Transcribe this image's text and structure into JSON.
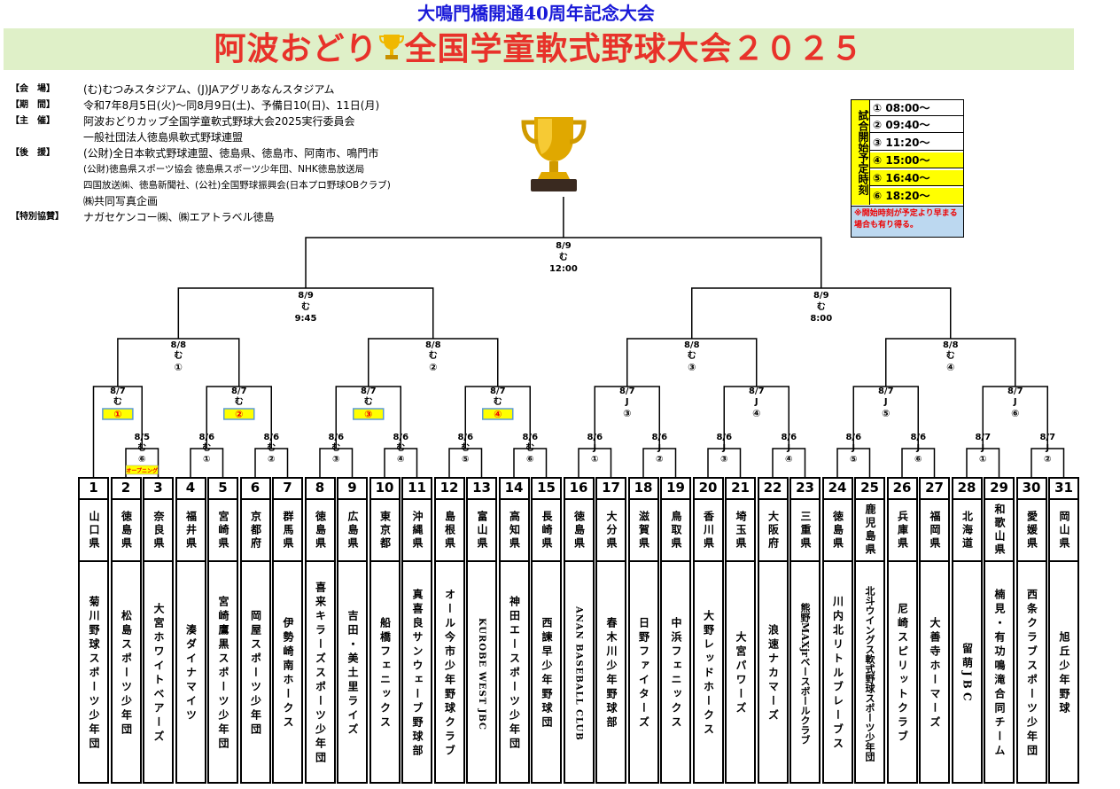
{
  "header": {
    "subtitle": "大鳴門橋開通40周年記念大会",
    "title_left": "阿波おどり",
    "title_right": "全国学童軟式野球大会２０２５"
  },
  "info": [
    {
      "label": "【会　場】",
      "text": "(む)むつみスタジアム、(J)JAアグリあなんスタジアム"
    },
    {
      "label": "【期　間】",
      "text": "令和7年8月5日(火)～同8月9日(土)、予備日10(日)、11日(月)"
    },
    {
      "label": "【主　催】",
      "text": "阿波おどりカップ全国学童軟式野球大会2025実行委員会"
    },
    {
      "label": "",
      "text": "一般社団法人徳島県軟式野球連盟"
    },
    {
      "label": "【後　援】",
      "text": "(公財)全日本軟式野球連盟、徳島県、徳島市、阿南市、鳴門市"
    },
    {
      "label": "",
      "text": "(公財)徳島県スポーツ協会 徳島県スポーツ少年団、NHK徳島放送局"
    },
    {
      "label": "",
      "text": "四国放送㈱、徳島新聞社、(公社)全国野球振興会(日本プロ野球OBクラブ)"
    },
    {
      "label": "",
      "text": "㈱共同写真企画"
    },
    {
      "label": "【特別協賛】",
      "text": "ナガセケンコー㈱、㈱エアトラベル徳島"
    }
  ],
  "schedule": {
    "vertical_label": "試合開始予定時刻",
    "slots": [
      "① 08:00～",
      "② 09:40～",
      "③ 11:20～",
      "④ 15:00～",
      "⑤ 16:40～",
      "⑥ 18:20～"
    ],
    "note": "※開始時刻が予定より早まる場合も有り得る。"
  },
  "final": {
    "date": "8/9",
    "venue": "む",
    "time": "12:00"
  },
  "semis": [
    {
      "date": "8/9",
      "venue": "む",
      "time": "9:45"
    },
    {
      "date": "8/9",
      "venue": "む",
      "time": "8:00"
    }
  ],
  "quarters": [
    {
      "date": "8/8",
      "venue": "む",
      "slot": "①"
    },
    {
      "date": "8/8",
      "venue": "む",
      "slot": "②"
    },
    {
      "date": "8/8",
      "venue": "む",
      "slot": "③"
    },
    {
      "date": "8/8",
      "venue": "む",
      "slot": "④"
    }
  ],
  "round16": [
    {
      "date": "8/7",
      "venue": "む",
      "slot": "①",
      "highlight": true
    },
    {
      "date": "8/7",
      "venue": "む",
      "slot": "②",
      "highlight": true
    },
    {
      "date": "8/7",
      "venue": "む",
      "slot": "③",
      "highlight": true
    },
    {
      "date": "8/7",
      "venue": "む",
      "slot": "④",
      "highlight": true
    },
    {
      "date": "8/7",
      "venue": "J",
      "slot": "③",
      "highlight": false
    },
    {
      "date": "8/7",
      "venue": "J",
      "slot": "④",
      "highlight": false
    },
    {
      "date": "8/7",
      "venue": "J",
      "slot": "⑤",
      "highlight": false
    },
    {
      "date": "8/7",
      "venue": "J",
      "slot": "⑥",
      "highlight": false
    }
  ],
  "round32": [
    {
      "date": "8/5",
      "venue": "む",
      "slot": "⑥",
      "tag": "オープニング"
    },
    {
      "date": "8/6",
      "venue": "む",
      "slot": "①"
    },
    {
      "date": "8/6",
      "venue": "む",
      "slot": "②"
    },
    {
      "date": "8/6",
      "venue": "む",
      "slot": "③"
    },
    {
      "date": "8/6",
      "venue": "む",
      "slot": "④"
    },
    {
      "date": "8/6",
      "venue": "む",
      "slot": "⑤"
    },
    {
      "date": "8/6",
      "venue": "む",
      "slot": "⑥"
    },
    {
      "date": "8/6",
      "venue": "J",
      "slot": "①"
    },
    {
      "date": "8/6",
      "venue": "J",
      "slot": "②"
    },
    {
      "date": "8/6",
      "venue": "J",
      "slot": "③"
    },
    {
      "date": "8/6",
      "venue": "J",
      "slot": "④"
    },
    {
      "date": "8/6",
      "venue": "J",
      "slot": "⑤"
    },
    {
      "date": "8/6",
      "venue": "J",
      "slot": "⑥"
    },
    {
      "date": "8/7",
      "venue": "J",
      "slot": "①"
    },
    {
      "date": "8/7",
      "venue": "J",
      "slot": "②"
    }
  ],
  "teams": [
    {
      "num": "1",
      "pref": "山口県",
      "name": "菊川野球スポーツ少年団"
    },
    {
      "num": "2",
      "pref": "徳島県",
      "name": "松島スポーツ少年団"
    },
    {
      "num": "3",
      "pref": "奈良県",
      "name": "大宮ホワイトベアーズ"
    },
    {
      "num": "4",
      "pref": "福井県",
      "name": "湊ダイナマイツ"
    },
    {
      "num": "5",
      "pref": "宮崎県",
      "name": "宮崎鷹黒スポーツ少年団"
    },
    {
      "num": "6",
      "pref": "京都府",
      "name": "岡屋スポーツ少年団"
    },
    {
      "num": "7",
      "pref": "群馬県",
      "name": "伊勢崎南ホークス"
    },
    {
      "num": "8",
      "pref": "徳島県",
      "name": "喜来キラーズスポーツ少年団"
    },
    {
      "num": "9",
      "pref": "広島県",
      "name": "吉田・美土里ライズ"
    },
    {
      "num": "10",
      "pref": "東京都",
      "name": "船橋フェニックス"
    },
    {
      "num": "11",
      "pref": "沖縄県",
      "name": "真喜良サンウェーブ野球部"
    },
    {
      "num": "12",
      "pref": "島根県",
      "name": "オール今市少年野球クラブ"
    },
    {
      "num": "13",
      "pref": "富山県",
      "name": "KUROBE WEST JBC"
    },
    {
      "num": "14",
      "pref": "高知県",
      "name": "神田エースポーツ少年団"
    },
    {
      "num": "15",
      "pref": "長崎県",
      "name": "西諫早少年野球団"
    },
    {
      "num": "16",
      "pref": "徳島県",
      "name": "ANAN BASEBALL CLUB"
    },
    {
      "num": "17",
      "pref": "大分県",
      "name": "春木川少年野球部"
    },
    {
      "num": "18",
      "pref": "滋賀県",
      "name": "日野ファイターズ"
    },
    {
      "num": "19",
      "pref": "鳥取県",
      "name": "中浜フェニックス"
    },
    {
      "num": "20",
      "pref": "香川県",
      "name": "大野レッドホークス"
    },
    {
      "num": "21",
      "pref": "埼玉県",
      "name": "大宮パワーズ"
    },
    {
      "num": "22",
      "pref": "大阪府",
      "name": "浪速ナカマーズ"
    },
    {
      "num": "23",
      "pref": "三重県",
      "name": "熊野MAXjrベースボールクラブ"
    },
    {
      "num": "24",
      "pref": "徳島県",
      "name": "川内北リトルブレーブス"
    },
    {
      "num": "25",
      "pref": "鹿児島県",
      "name": "北斗ウイングス軟式野球スポーツ少年団"
    },
    {
      "num": "26",
      "pref": "兵庫県",
      "name": "尼崎スピリットクラブ"
    },
    {
      "num": "27",
      "pref": "福岡県",
      "name": "大善寺ホーマーズ"
    },
    {
      "num": "28",
      "pref": "北海道",
      "name": "留萌JBC"
    },
    {
      "num": "29",
      "pref": "和歌山県",
      "name": "楠見・有功鳴滝合同チーム"
    },
    {
      "num": "30",
      "pref": "愛媛県",
      "name": "西条クラブスポーツ少年団"
    },
    {
      "num": "31",
      "pref": "岡山県",
      "name": "旭丘少年野球"
    }
  ],
  "colors": {
    "title_red": "#e8322a",
    "subtitle_blue": "#1a1ad8",
    "title_band": "#dff0c8",
    "highlight_yellow": "#ffff00",
    "slot_box": "#5b9bd5"
  }
}
